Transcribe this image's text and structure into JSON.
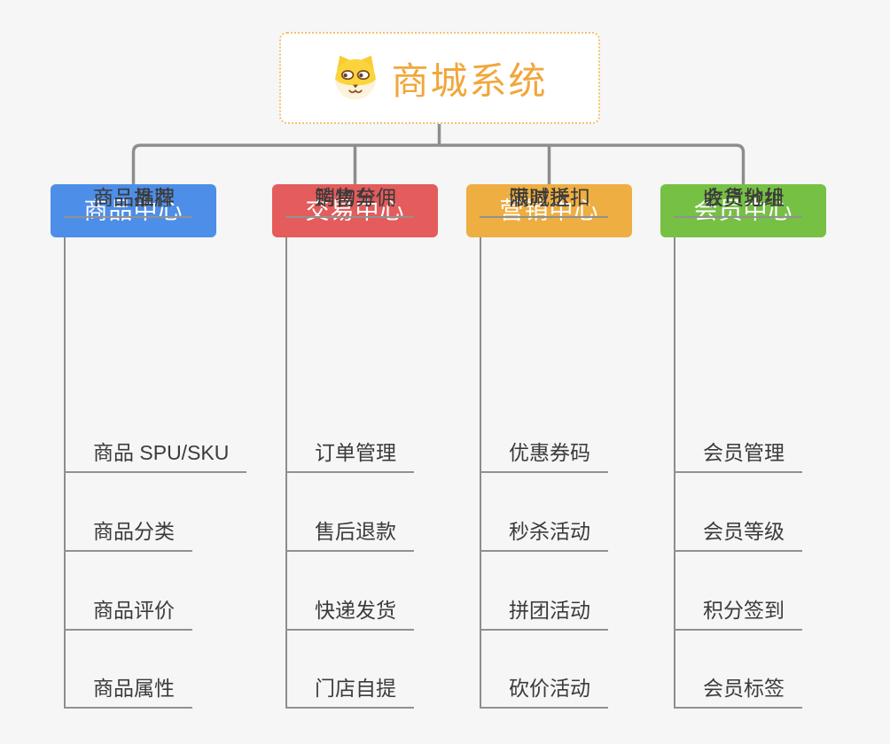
{
  "root": {
    "title": "商城系统",
    "accent_color": "#F0A73C",
    "border_color": "#F2C26E",
    "icon": "dog-icon"
  },
  "connector_color": "#8D8D8D",
  "branches": [
    {
      "label": "商品中心",
      "color": "#4D8EE9",
      "children": [
        "商品 SPU/SKU",
        "商品分类",
        "商品评价",
        "商品属性",
        "商品推荐",
        "商品品牌"
      ]
    },
    {
      "label": "交易中心",
      "color": "#E45C5B",
      "children": [
        "订单管理",
        "售后退款",
        "快递发货",
        "门店自提",
        "购物车",
        "销售分佣"
      ]
    },
    {
      "label": "营销中心",
      "color": "#EFAE41",
      "children": [
        "优惠券码",
        "秒杀活动",
        "拼团活动",
        "砍价活动",
        "限时折扣",
        "满减送"
      ]
    },
    {
      "label": "会员中心",
      "color": "#76C044",
      "children": [
        "会员管理",
        "会员等级",
        "积分签到",
        "会员标签",
        "会员分组",
        "收货地址"
      ]
    }
  ]
}
